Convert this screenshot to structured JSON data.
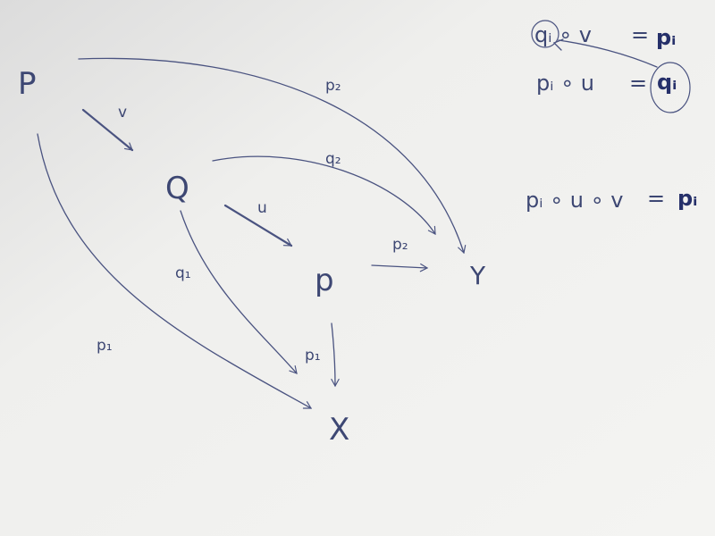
{
  "diagram": {
    "nodes": {
      "P_big": "P",
      "Q": "Q",
      "p": "p",
      "X": "X",
      "Y": "Y"
    },
    "edges": {
      "v": "v",
      "u": "u",
      "P_to_Y": "p₂",
      "Q_to_Y": "q₂",
      "p_to_Y": "p₂",
      "P_to_X": "p₁",
      "Q_to_X": "q₁",
      "p_to_X": "p₁"
    }
  },
  "equations": [
    {
      "lhs": "qᵢ ∘ v",
      "eq": "=",
      "rhs": "pᵢ"
    },
    {
      "lhs": "pᵢ ∘ u",
      "eq": "=",
      "rhs": "qᵢ"
    },
    {
      "lhs": "pᵢ ∘ u ∘ v",
      "eq": "=",
      "rhs": "pᵢ"
    }
  ],
  "colors": {
    "paper": "#f1f1ef",
    "ink": "#3d4773",
    "background": "#3a3f46"
  }
}
